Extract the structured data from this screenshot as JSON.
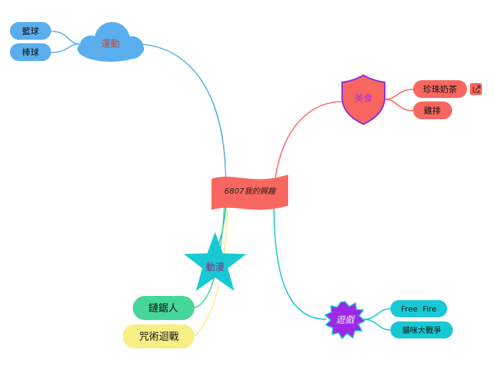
{
  "central": {
    "label": "6807我的興趣",
    "color": "#f8675f"
  },
  "branches": {
    "sports": {
      "label": "運動",
      "color": "#5aaeee",
      "label_color": "#c0483a",
      "children": [
        "籃球",
        "棒球"
      ]
    },
    "food": {
      "label": "美食",
      "color": "#f8675f",
      "label_color": "#b12fd8",
      "outline": "#8a2be2",
      "children": [
        "珍珠奶茶",
        "雞排"
      ],
      "link_icon": "external-link-icon"
    },
    "anime": {
      "label": "動漫",
      "color": "#18c9d4",
      "label_color": "#8a2a7a",
      "children": [
        {
          "label": "鏈鋸人",
          "color": "#46d69a"
        },
        {
          "label": "咒術迴戰",
          "color": "#f6ef86"
        }
      ]
    },
    "games": {
      "label": "遊戲",
      "color": "#9d28e8",
      "outline": "#18c9d4",
      "children": [
        "Free  Fire",
        "貓咪大戰爭"
      ],
      "child_color": "#18c9d4"
    }
  }
}
